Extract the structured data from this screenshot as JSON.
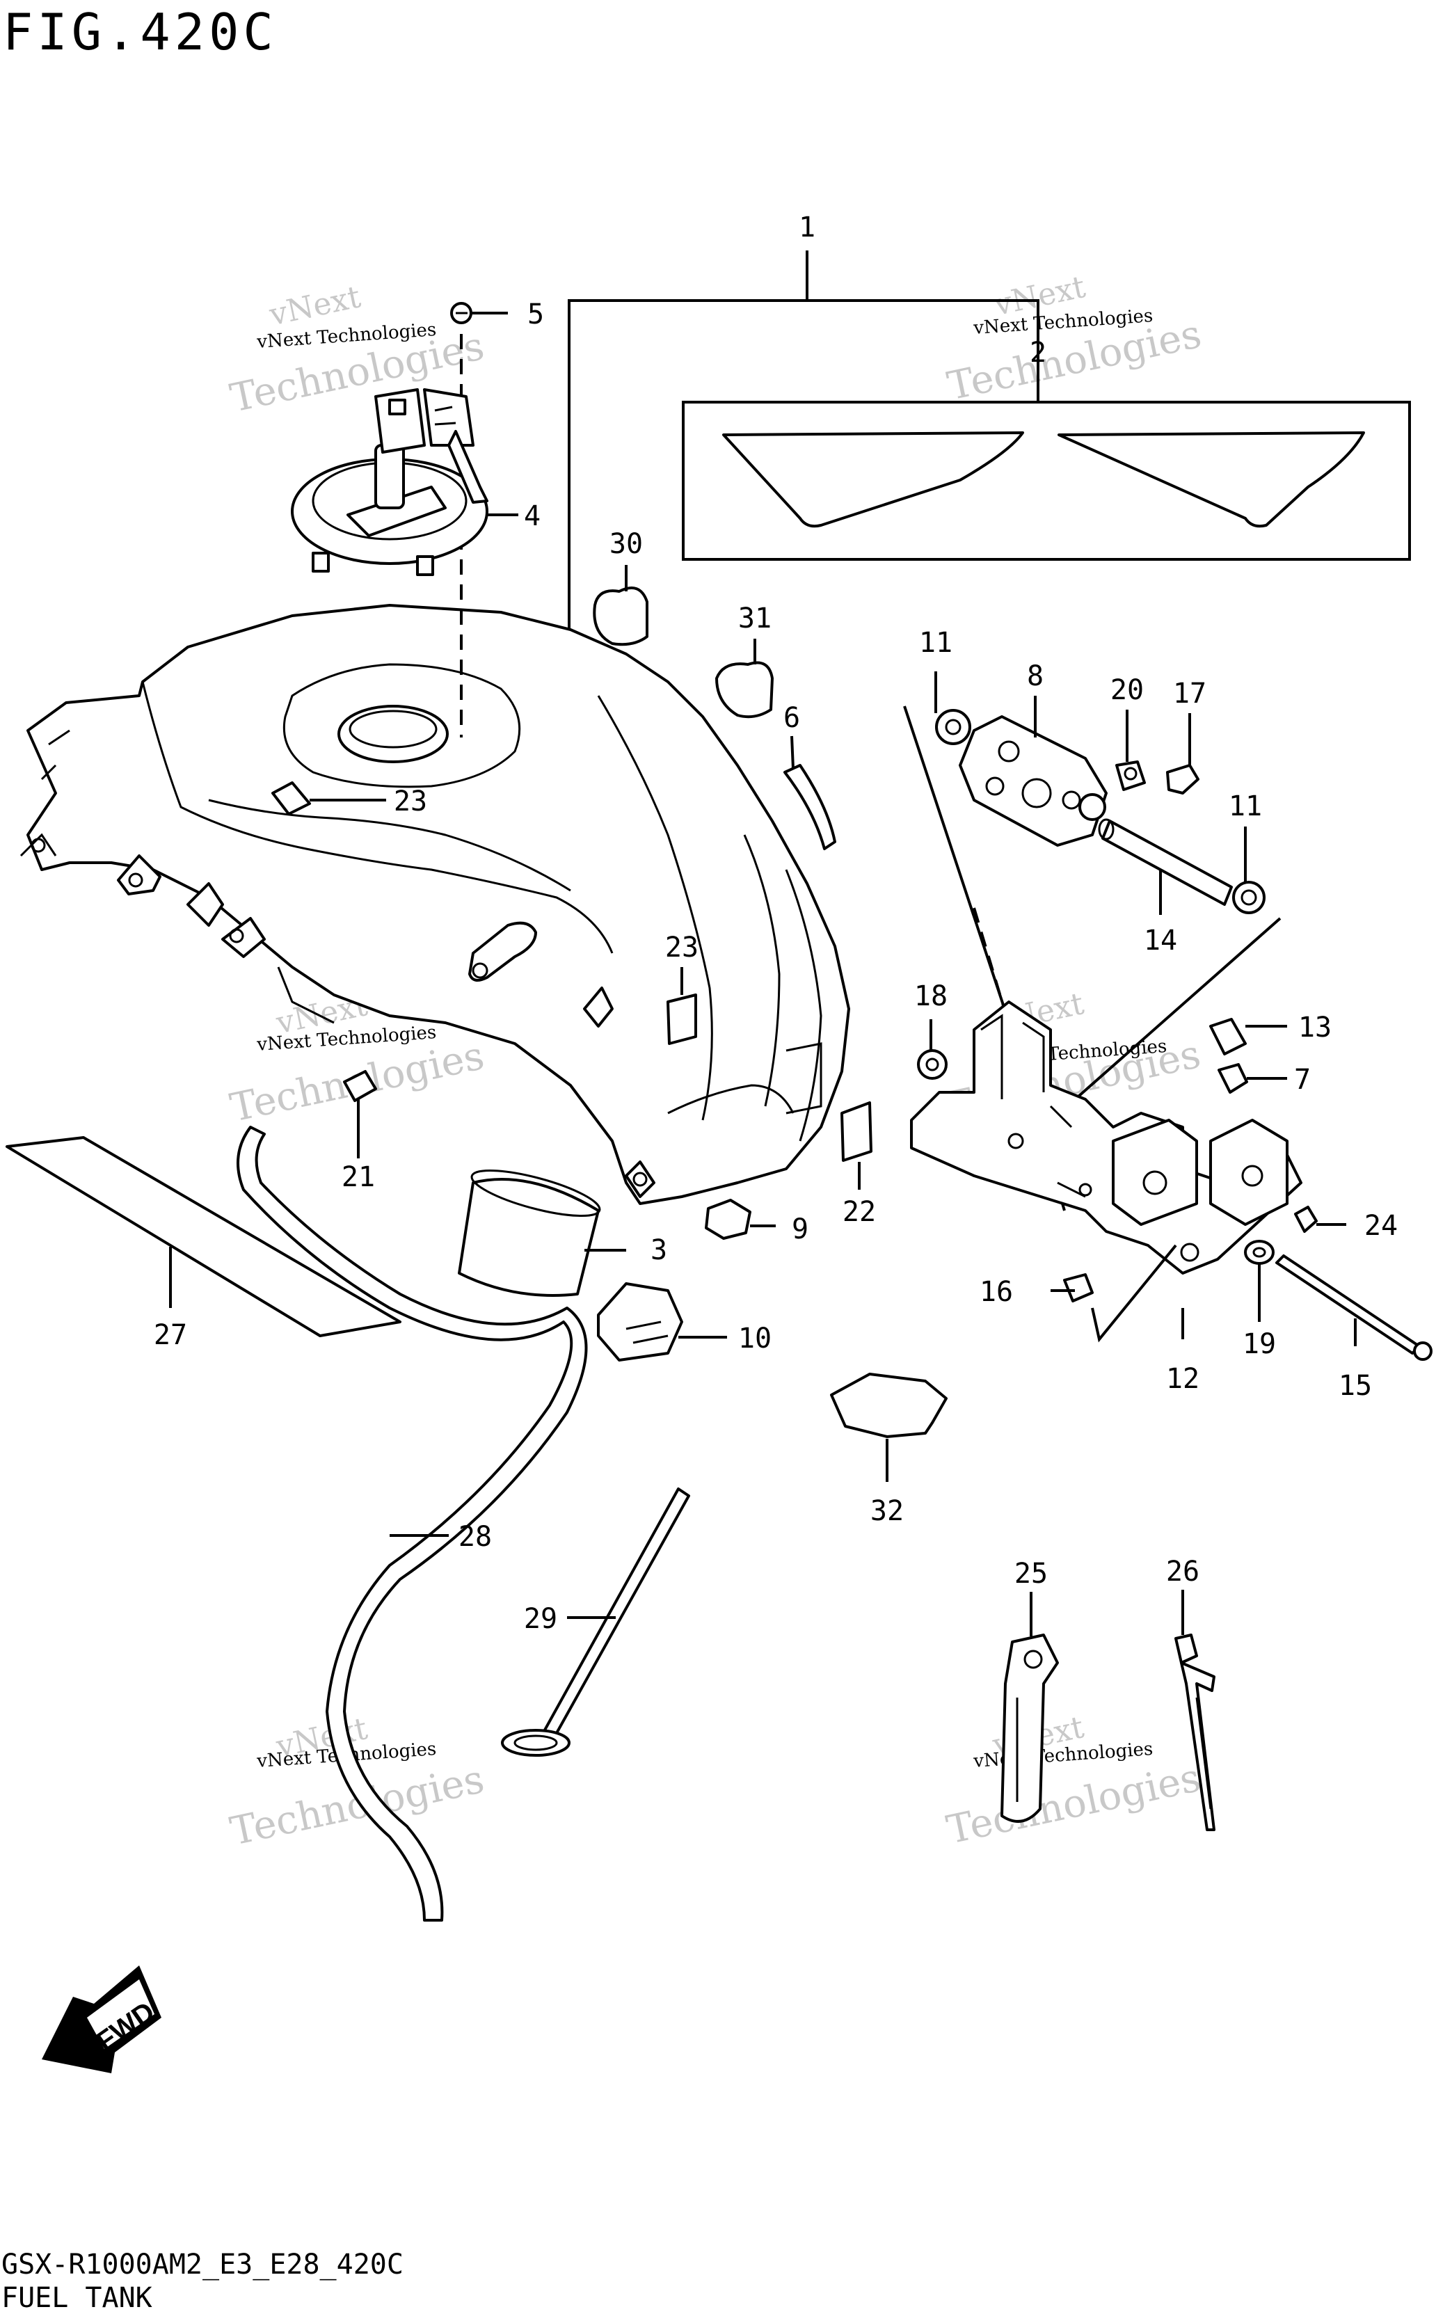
{
  "figure": {
    "title": "FIG.420C",
    "model_code": "GSX-R1000AM2_E3_E28_420C",
    "section_name": "FUEL TANK"
  },
  "watermark": {
    "line1": "vNext",
    "line2": "vNext Technologies",
    "line3": "Technologies"
  },
  "direction_badge": "FWD",
  "callouts": [
    "1",
    "2",
    "3",
    "4",
    "5",
    "6",
    "7",
    "8",
    "9",
    "10",
    "11",
    "11",
    "12",
    "13",
    "14",
    "15",
    "16",
    "17",
    "18",
    "19",
    "20",
    "21",
    "22",
    "23",
    "23",
    "24",
    "25",
    "26",
    "27",
    "28",
    "29",
    "30",
    "31",
    "32"
  ]
}
